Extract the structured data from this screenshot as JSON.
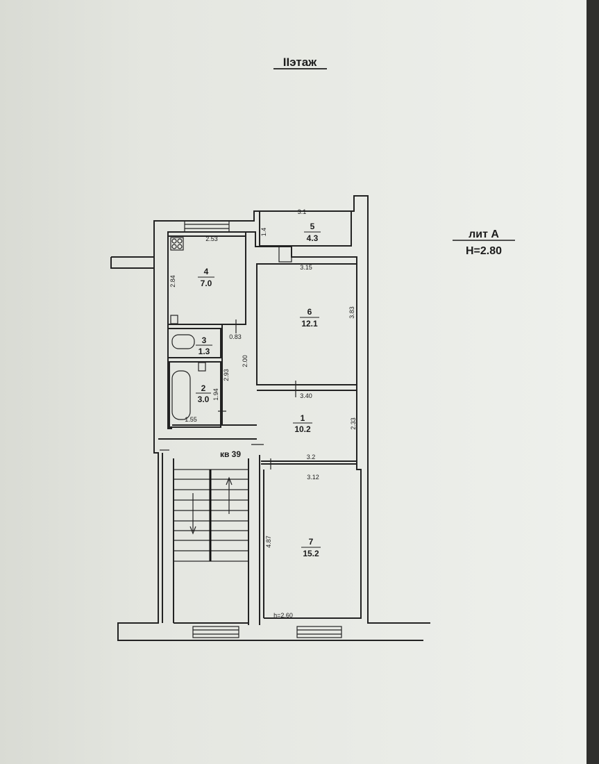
{
  "floor_title": "IIэтаж",
  "lit": {
    "label": "лит А",
    "height": "Н=2.80"
  },
  "apartment": "кв 39",
  "rooms": [
    {
      "num": "1",
      "area": "10.2"
    },
    {
      "num": "2",
      "area": "3.0"
    },
    {
      "num": "3",
      "area": "1.3"
    },
    {
      "num": "4",
      "area": "7.0"
    },
    {
      "num": "5",
      "area": "4.3"
    },
    {
      "num": "6",
      "area": "12.1"
    },
    {
      "num": "7",
      "area": "15.2"
    }
  ],
  "dims": {
    "r5_w": "3.1",
    "r5_h": "1.4",
    "r4_w": "2.53",
    "r4_h": "2.84",
    "r6_top": "3.15",
    "r6_h": "3.83",
    "r6_bottom": "3.40",
    "r3_w": "0.83",
    "r3_h": "2.00",
    "r2_h1": "2.93",
    "r2_h2": "1.94",
    "r2_w": "1.55",
    "r1_h": "2.33",
    "r1_w": "3.2",
    "r7_w": "3.12",
    "r7_h": "4.87",
    "r7_ceiling": "h=2.60"
  }
}
